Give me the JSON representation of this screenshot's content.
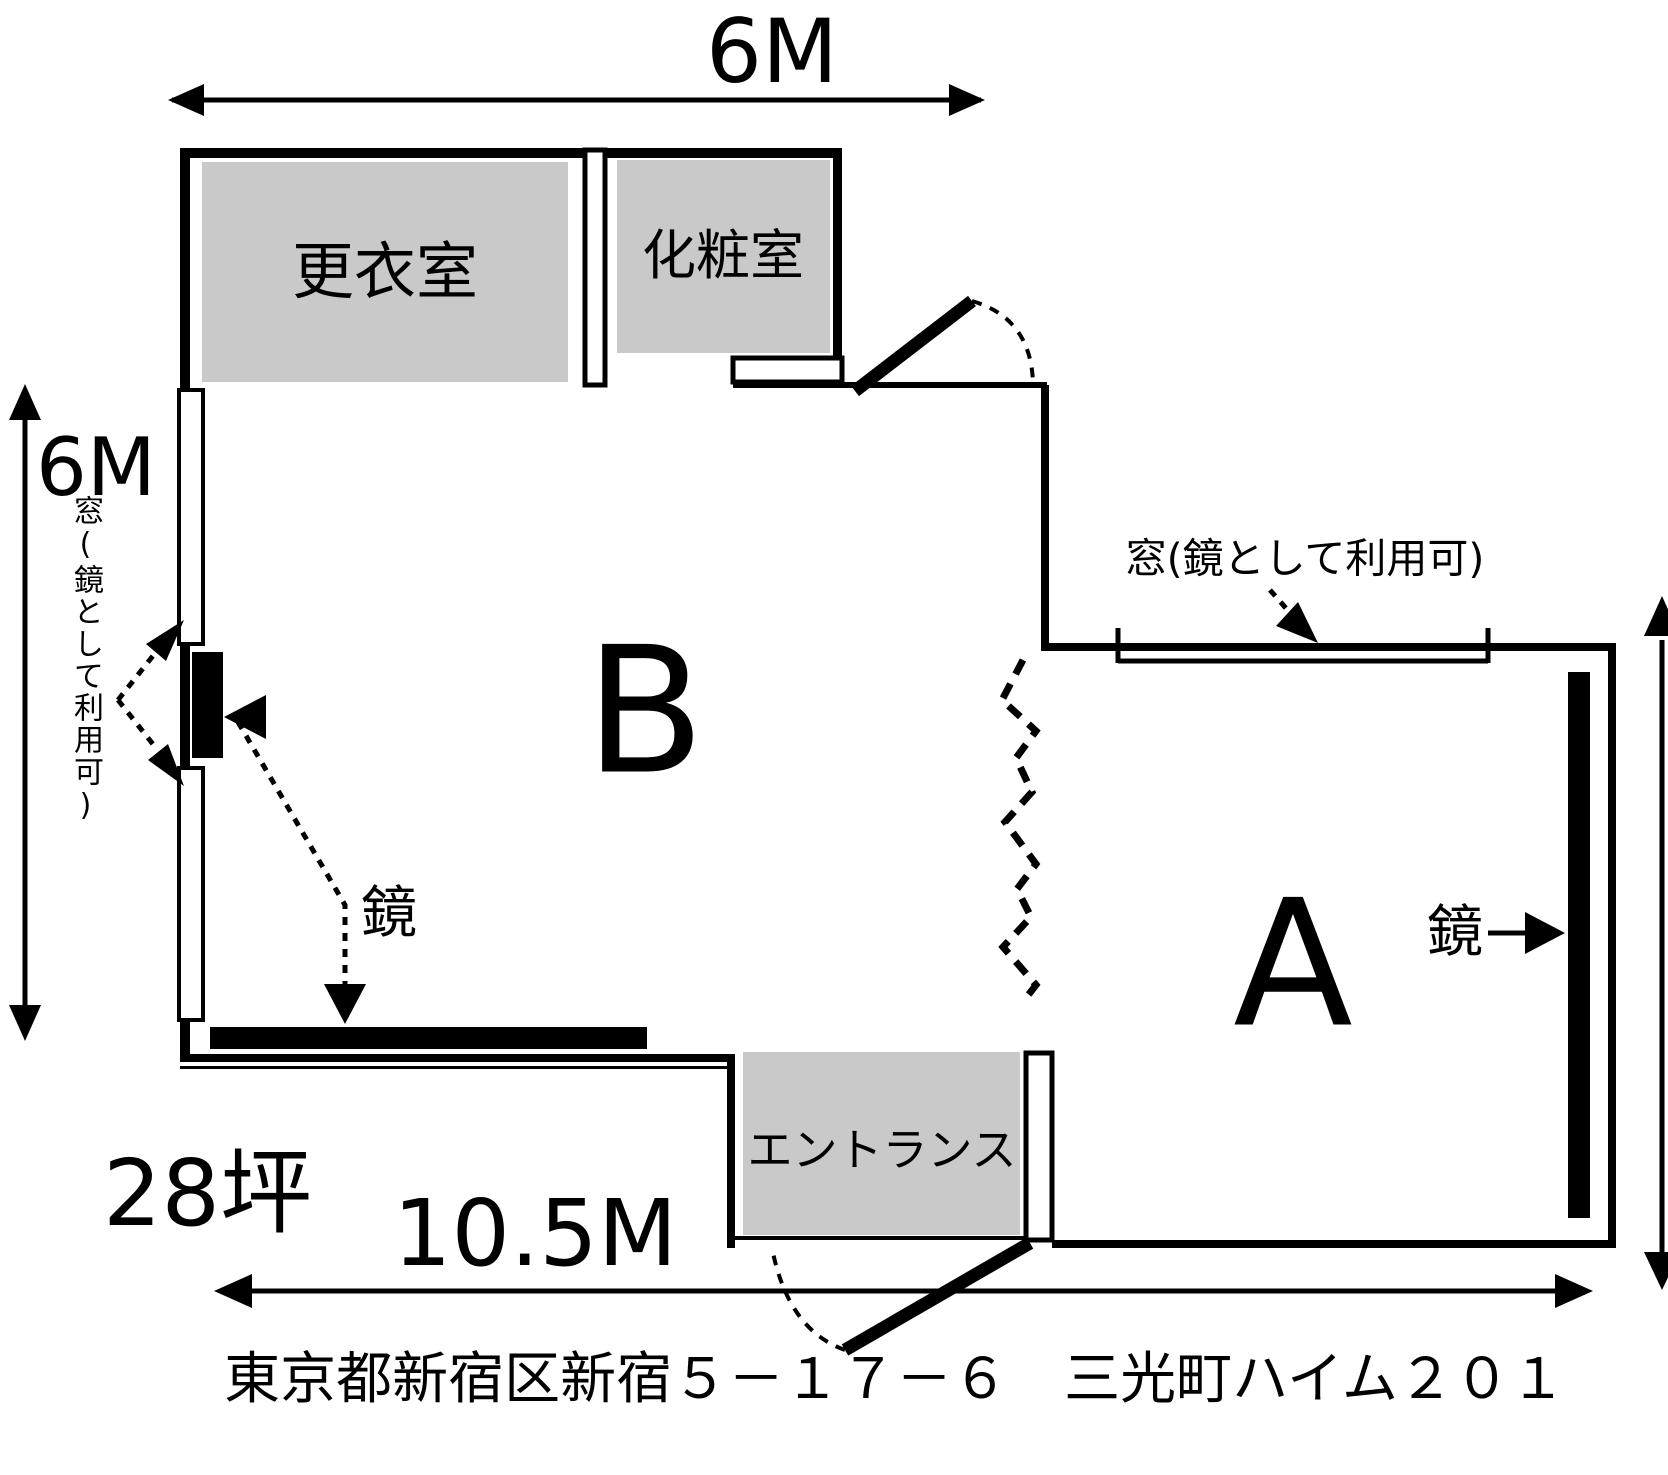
{
  "colors": {
    "wall": "#000000",
    "room_fill": "#c9c9c9",
    "background": "#ffffff"
  },
  "dimensions": {
    "top_width": "6M",
    "left_height": "6M",
    "bottom_width": "10.5M",
    "area": "28坪"
  },
  "rooms": {
    "studio_b": "B",
    "studio_a": "A",
    "changing_room": "更衣室",
    "powder_room": "化粧室",
    "entrance": "エントランス"
  },
  "annotations": {
    "mirror_b": "鏡",
    "mirror_a": "鏡",
    "window_mirror_left": "窓(鏡として利用可)",
    "window_mirror_a": "窓(鏡として利用可)"
  },
  "footer": {
    "address": "東京都新宿区新宿５－１７－６　三光町ハイム２０１"
  }
}
